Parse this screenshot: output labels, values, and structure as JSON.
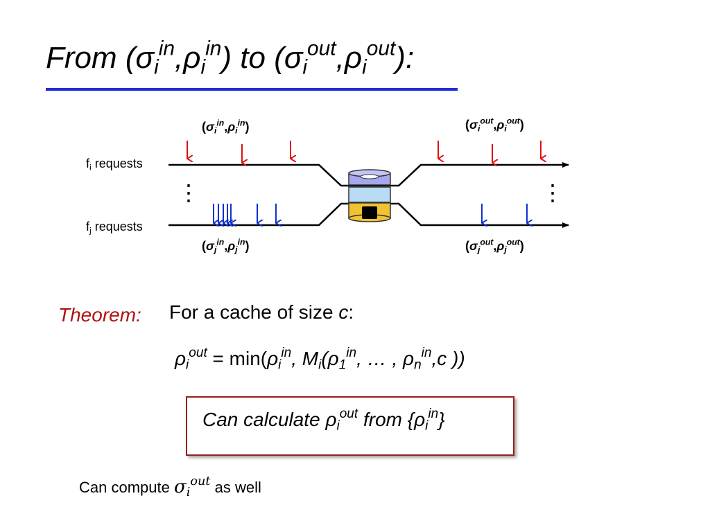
{
  "title": {
    "prefix": "From (",
    "sigma": "σ",
    "i": "i",
    "in": "in",
    "comma": ",",
    "rho": "ρ",
    "mid": ") to (",
    "out": "out",
    "suffix": "):"
  },
  "diagram": {
    "fi_label": {
      "f": "f",
      "sub": "i",
      "rest": " requests"
    },
    "fj_label": {
      "f": "f",
      "sub": "j",
      "rest": " requests"
    },
    "ellipsis": "⋮",
    "in_i": {
      "open": "(",
      "sigma": "σ",
      "sub": "i",
      "sup": "in",
      "comma": ",",
      "rho": "ρ",
      "close": ")"
    },
    "out_i": {
      "open": "(",
      "sigma": "σ",
      "sub": "i",
      "sup": "out",
      "comma": ",",
      "rho": "ρ",
      "close": ")"
    },
    "in_j": {
      "open": "(",
      "sigma": "σ",
      "sub": "j",
      "sup": "in",
      "comma": ",",
      "rho": "ρ",
      "close": ")"
    },
    "out_j": {
      "open": "(",
      "sigma": "σ",
      "sub": "j",
      "sup": "out",
      "comma": ",",
      "rho": "ρ",
      "close": ")"
    },
    "colors": {
      "fi_arrows": "#e01010",
      "fj_arrows": "#1030d0",
      "cache_top": "#a7a7ee",
      "cache_mid": "#b9dcf4",
      "cache_bottom": "#f1c232"
    }
  },
  "theorem": {
    "label": "Theorem:",
    "text_before": "For a cache of size ",
    "c": "c",
    "colon": ":"
  },
  "formula": {
    "rho": "ρ",
    "i": "i",
    "out": "out",
    "in": "in",
    "eq_min": " = min(",
    "comma": ", ",
    "M": "M",
    "open": "(",
    "one": "1",
    "dots": ", … , ",
    "n": "n",
    "c_part": ",c ))"
  },
  "callout": {
    "before": "Can calculate ",
    "rho": "ρ",
    "i": "i",
    "out": "out",
    "in": "in",
    "from": " from {",
    "close": "}"
  },
  "note": {
    "before": "Can compute ",
    "sigma": "σ",
    "i": "i",
    "out": "out",
    "after": " as well"
  }
}
